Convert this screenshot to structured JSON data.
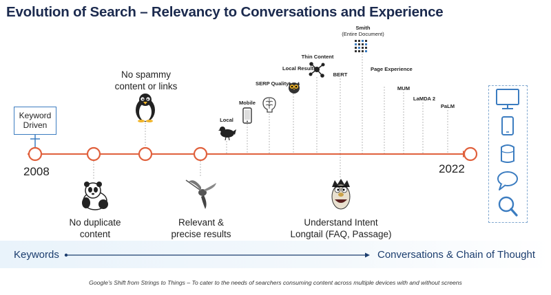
{
  "title": "Evolution of Search – Relevancy to Conversations and Experience",
  "timeline": {
    "start_year": "2008",
    "end_year": "2022",
    "keyword_box": "Keyword Driven"
  },
  "lower_labels": {
    "no_duplicate": "No duplicate content",
    "relevant": "Relevant & precise results",
    "intent_line1": "Understand Intent",
    "intent_line2": "Longtail (FAQ, Passage)"
  },
  "upper_labels": {
    "no_spammy": "No spammy content or links",
    "local": "Local",
    "mobile": "Mobile",
    "serp_quality": "SERP Quality",
    "local_results": "Local Results",
    "thin_content": "Thin Content",
    "bert": "BERT",
    "smith_line1": "Smith",
    "smith_line2": "(Entire Document)",
    "page_experience": "Page Experience",
    "mum": "MUM",
    "lamda": "LaMDA 2",
    "palm": "PaLM"
  },
  "bottom": {
    "left": "Keywords",
    "right": "Conversations & Chain of Thought"
  },
  "caption": "Google’s Shift from Strings to Things – To cater to the needs of searchers consuming content across multiple devices with and without screens",
  "icons": [
    "monitor-icon",
    "penguin-icon",
    "panda-icon",
    "hummingbird-icon",
    "pigeon-icon",
    "phone-icon",
    "brain-icon",
    "owl-icon",
    "network-icon",
    "bert-muppet-icon",
    "smith-dots-icon",
    "tablet-icon",
    "smart-speaker-icon",
    "chat-bubble-icon",
    "search-icon"
  ],
  "colors": {
    "timeline": "#e0603c",
    "title": "#1b2a4e",
    "accent_blue": "#3b7cc0"
  }
}
